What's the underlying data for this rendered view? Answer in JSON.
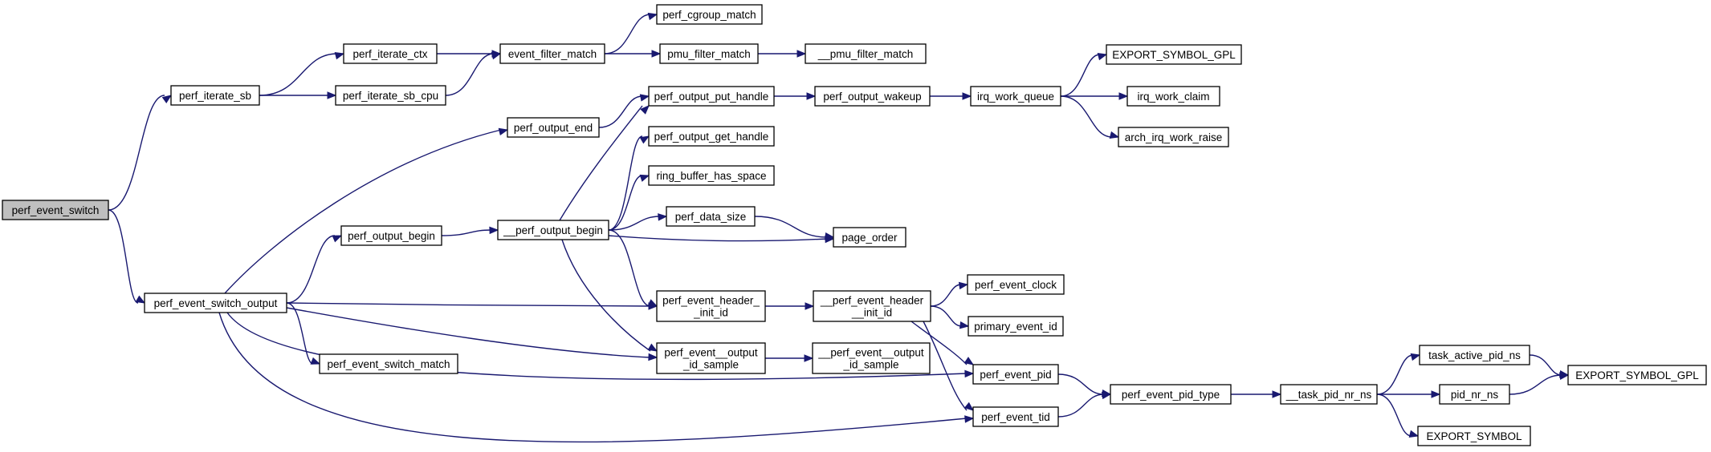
{
  "diagram": {
    "type": "call-graph",
    "nodes": [
      {
        "id": "perf_event_switch",
        "lines": [
          "perf_event_switch"
        ],
        "root": true
      },
      {
        "id": "perf_iterate_sb",
        "lines": [
          "perf_iterate_sb"
        ]
      },
      {
        "id": "perf_event_switch_output",
        "lines": [
          "perf_event_switch_output"
        ]
      },
      {
        "id": "perf_iterate_ctx",
        "lines": [
          "perf_iterate_ctx"
        ]
      },
      {
        "id": "perf_iterate_sb_cpu",
        "lines": [
          "perf_iterate_sb_cpu"
        ]
      },
      {
        "id": "event_filter_match",
        "lines": [
          "event_filter_match"
        ]
      },
      {
        "id": "perf_cgroup_match",
        "lines": [
          "perf_cgroup_match"
        ]
      },
      {
        "id": "pmu_filter_match",
        "lines": [
          "pmu_filter_match"
        ]
      },
      {
        "id": "__pmu_filter_match",
        "lines": [
          "__pmu_filter_match"
        ]
      },
      {
        "id": "perf_output_end",
        "lines": [
          "perf_output_end"
        ]
      },
      {
        "id": "perf_output_begin",
        "lines": [
          "perf_output_begin"
        ]
      },
      {
        "id": "perf_event_switch_match",
        "lines": [
          "perf_event_switch_match"
        ]
      },
      {
        "id": "__perf_output_begin",
        "lines": [
          "__perf_output_begin"
        ]
      },
      {
        "id": "perf_output_put_handle",
        "lines": [
          "perf_output_put_handle"
        ]
      },
      {
        "id": "perf_output_get_handle",
        "lines": [
          "perf_output_get_handle"
        ]
      },
      {
        "id": "ring_buffer_has_space",
        "lines": [
          "ring_buffer_has_space"
        ]
      },
      {
        "id": "perf_data_size",
        "lines": [
          "perf_data_size"
        ]
      },
      {
        "id": "page_order",
        "lines": [
          "page_order"
        ]
      },
      {
        "id": "perf_event_header__init_id",
        "lines": [
          "perf_event_header_",
          "_init_id"
        ]
      },
      {
        "id": "perf_event__output_id_sample",
        "lines": [
          "perf_event__output",
          "_id_sample"
        ]
      },
      {
        "id": "perf_output_wakeup",
        "lines": [
          "perf_output_wakeup"
        ]
      },
      {
        "id": "irq_work_queue",
        "lines": [
          "irq_work_queue"
        ]
      },
      {
        "id": "EXPORT_SYMBOL_GPL_1",
        "lines": [
          "EXPORT_SYMBOL_GPL"
        ]
      },
      {
        "id": "irq_work_claim",
        "lines": [
          "irq_work_claim"
        ]
      },
      {
        "id": "arch_irq_work_raise",
        "lines": [
          "arch_irq_work_raise"
        ]
      },
      {
        "id": "__perf_event_header__init_id",
        "lines": [
          "__perf_event_header",
          "__init_id"
        ]
      },
      {
        "id": "__perf_event__output_id_sample",
        "lines": [
          "__perf_event__output",
          "_id_sample"
        ]
      },
      {
        "id": "perf_event_clock",
        "lines": [
          "perf_event_clock"
        ]
      },
      {
        "id": "primary_event_id",
        "lines": [
          "primary_event_id"
        ]
      },
      {
        "id": "perf_event_pid",
        "lines": [
          "perf_event_pid"
        ]
      },
      {
        "id": "perf_event_tid",
        "lines": [
          "perf_event_tid"
        ]
      },
      {
        "id": "perf_event_pid_type",
        "lines": [
          "perf_event_pid_type"
        ]
      },
      {
        "id": "__task_pid_nr_ns",
        "lines": [
          "__task_pid_nr_ns"
        ]
      },
      {
        "id": "task_active_pid_ns",
        "lines": [
          "task_active_pid_ns"
        ]
      },
      {
        "id": "pid_nr_ns",
        "lines": [
          "pid_nr_ns"
        ]
      },
      {
        "id": "EXPORT_SYMBOL",
        "lines": [
          "EXPORT_SYMBOL"
        ]
      },
      {
        "id": "EXPORT_SYMBOL_GPL_2",
        "lines": [
          "EXPORT_SYMBOL_GPL"
        ]
      }
    ],
    "edges": [
      [
        "perf_event_switch",
        "perf_iterate_sb"
      ],
      [
        "perf_event_switch",
        "perf_event_switch_output"
      ],
      [
        "perf_iterate_sb",
        "perf_iterate_ctx"
      ],
      [
        "perf_iterate_sb",
        "perf_iterate_sb_cpu"
      ],
      [
        "perf_iterate_ctx",
        "event_filter_match"
      ],
      [
        "perf_iterate_sb_cpu",
        "event_filter_match"
      ],
      [
        "event_filter_match",
        "perf_cgroup_match"
      ],
      [
        "event_filter_match",
        "pmu_filter_match"
      ],
      [
        "pmu_filter_match",
        "__pmu_filter_match"
      ],
      [
        "perf_event_switch_output",
        "perf_output_end"
      ],
      [
        "perf_event_switch_output",
        "perf_output_begin"
      ],
      [
        "perf_event_switch_output",
        "perf_event_header__init_id"
      ],
      [
        "perf_event_switch_output",
        "perf_event_switch_match"
      ],
      [
        "perf_event_switch_output",
        "perf_event__output_id_sample"
      ],
      [
        "perf_event_switch_output",
        "perf_event_pid"
      ],
      [
        "perf_event_switch_output",
        "perf_event_tid"
      ],
      [
        "perf_output_end",
        "perf_output_put_handle"
      ],
      [
        "perf_output_begin",
        "__perf_output_begin"
      ],
      [
        "__perf_output_begin",
        "perf_output_put_handle"
      ],
      [
        "__perf_output_begin",
        "perf_output_get_handle"
      ],
      [
        "__perf_output_begin",
        "ring_buffer_has_space"
      ],
      [
        "__perf_output_begin",
        "perf_data_size"
      ],
      [
        "__perf_output_begin",
        "page_order"
      ],
      [
        "__perf_output_begin",
        "perf_event_header__init_id"
      ],
      [
        "__perf_output_begin",
        "perf_event__output_id_sample"
      ],
      [
        "perf_data_size",
        "page_order"
      ],
      [
        "perf_output_put_handle",
        "perf_output_wakeup"
      ],
      [
        "perf_output_wakeup",
        "irq_work_queue"
      ],
      [
        "irq_work_queue",
        "EXPORT_SYMBOL_GPL_1"
      ],
      [
        "irq_work_queue",
        "irq_work_claim"
      ],
      [
        "irq_work_queue",
        "arch_irq_work_raise"
      ],
      [
        "perf_event_header__init_id",
        "__perf_event_header__init_id"
      ],
      [
        "perf_event__output_id_sample",
        "__perf_event__output_id_sample"
      ],
      [
        "__perf_event_header__init_id",
        "perf_event_clock"
      ],
      [
        "__perf_event_header__init_id",
        "primary_event_id"
      ],
      [
        "__perf_event_header__init_id",
        "perf_event_pid"
      ],
      [
        "__perf_event_header__init_id",
        "perf_event_tid"
      ],
      [
        "perf_event_pid",
        "perf_event_pid_type"
      ],
      [
        "perf_event_tid",
        "perf_event_pid_type"
      ],
      [
        "perf_event_pid_type",
        "__task_pid_nr_ns"
      ],
      [
        "__task_pid_nr_ns",
        "task_active_pid_ns"
      ],
      [
        "__task_pid_nr_ns",
        "pid_nr_ns"
      ],
      [
        "__task_pid_nr_ns",
        "EXPORT_SYMBOL"
      ],
      [
        "task_active_pid_ns",
        "EXPORT_SYMBOL_GPL_2"
      ],
      [
        "pid_nr_ns",
        "EXPORT_SYMBOL_GPL_2"
      ]
    ]
  }
}
